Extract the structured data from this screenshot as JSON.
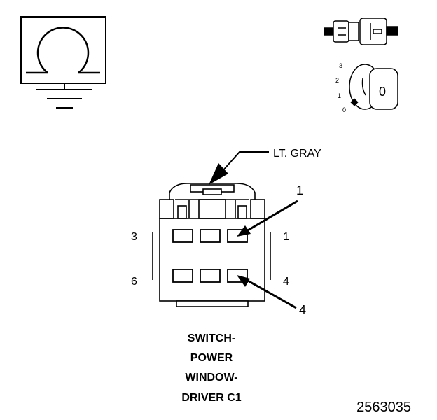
{
  "connector": {
    "color_callout": "LT. GRAY",
    "cavity_callouts": {
      "top": "1",
      "bottom": "4"
    },
    "pin_labels": {
      "top_left": "3",
      "top_right": "1",
      "bottom_left": "6",
      "bottom_right": "4"
    }
  },
  "title_lines": [
    "SWITCH-",
    "POWER",
    "WINDOW-",
    "DRIVER C1"
  ],
  "figure_number": "2563035",
  "ignition_icon": {
    "positions": [
      "3",
      "2",
      "1",
      "0"
    ],
    "key_label": "0"
  }
}
